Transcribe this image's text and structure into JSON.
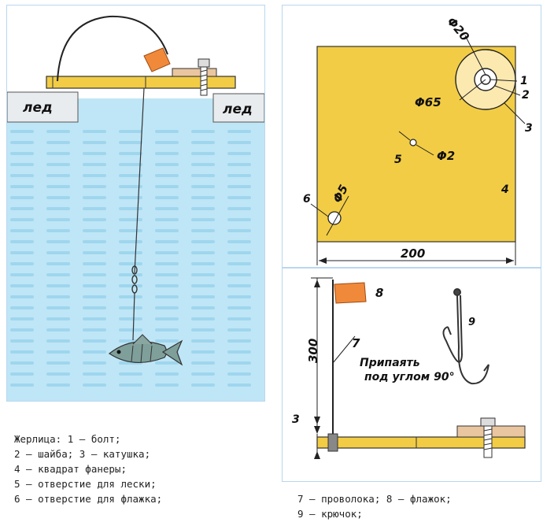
{
  "colors": {
    "plywood": "#f2cc45",
    "ice": "#e8ecef",
    "water_light": "#bfe6f6",
    "water_wave": "#9fd6ee",
    "flag": "#f08a3a",
    "panel_border": "#b9d7ee"
  },
  "left_panel": {
    "ice_label_left": "лед",
    "ice_label_right": "лед"
  },
  "right_top": {
    "dim_phi20": "Φ20",
    "dim_phi65": "Φ65",
    "dim_phi2": "Φ2",
    "dim_phi5": "Φ5",
    "dim_200": "200",
    "num_1": "1",
    "num_2": "2",
    "num_3": "3",
    "num_4": "4",
    "num_5": "5",
    "num_6": "6"
  },
  "right_bottom": {
    "num_8": "8",
    "num_7": "7",
    "dim_300": "300",
    "dim_3": "3",
    "hook_num": "9",
    "solder_line1": "Припаять",
    "solder_line2": "под углом 90°"
  },
  "legend": {
    "line1": "Жерлица: 1 — болт;",
    "line2": "2 — шайба; 3 — катушка;",
    "line3": "4 — квадрат фанеры;",
    "line4": "5 — отверстие для лески;",
    "line5": "6 — отверстие для флажка;",
    "line6": "7 — проволока; 8 — флажок;",
    "line7": "9 — крючок;"
  }
}
